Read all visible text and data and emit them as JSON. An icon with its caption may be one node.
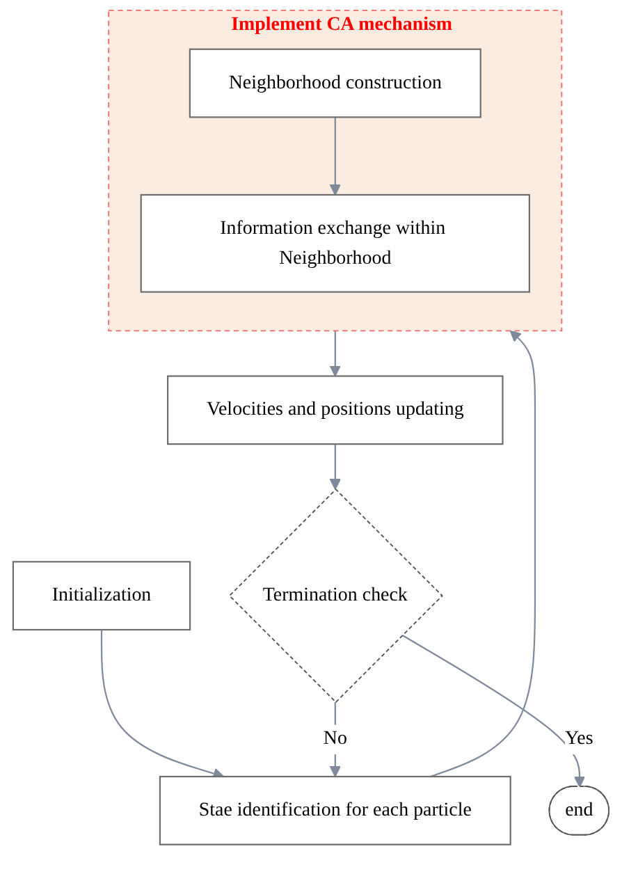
{
  "diagram": {
    "nodes": [
      {
        "text": [
          "Initialization"
        ]
      },
      {
        "text": [
          "Stae  identification for each particle"
        ]
      },
      {
        "text": [
          "Implement CA mechanism"
        ]
      },
      {
        "text": [
          "Neighborhood construction"
        ],
        "in": 2
      },
      {
        "text": [
          "Information exchange within Neighborhood"
        ],
        "in": 2
      },
      {
        "text": [
          "Velocities and positions updating"
        ]
      },
      {
        "text": [
          "Termination check"
        ]
      },
      {
        "text": [
          "end"
        ]
      }
    ],
    "edges": [
      {
        "from": 0,
        "to": 1,
        "arrow": "to"
      },
      {
        "from": 1,
        "to": 2,
        "arrow": "to"
      },
      {
        "from": 3,
        "to": 4,
        "arrow": "to"
      },
      {
        "from": 2,
        "to": 5,
        "arrow": "to"
      },
      {
        "from": 5,
        "to": 6,
        "arrow": "to"
      },
      {
        "from": 6,
        "to": 1,
        "label": "No",
        "arrow": "to"
      },
      {
        "from": 6,
        "to": 7,
        "label": "Yes",
        "arrow": "to"
      }
    ]
  }
}
